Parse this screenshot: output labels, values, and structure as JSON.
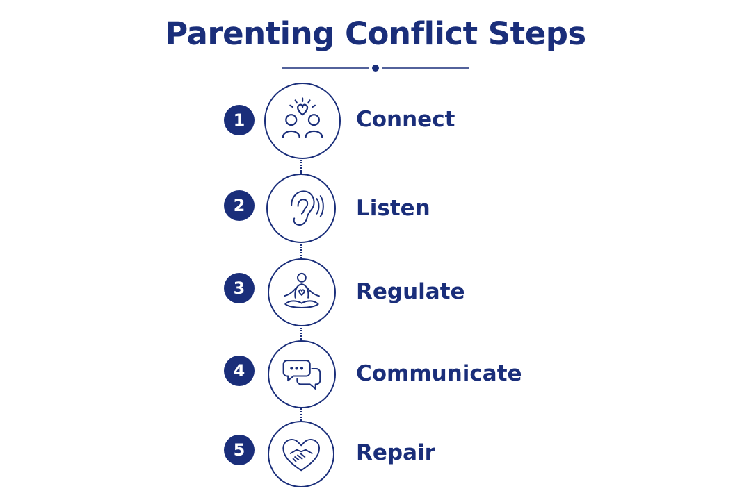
{
  "title": "Parenting Conflict Steps",
  "colors": {
    "primary": "#1a2e7a",
    "background": "#ffffff"
  },
  "steps": [
    {
      "number": "1",
      "label": "Connect",
      "icon": "people-heart-icon"
    },
    {
      "number": "2",
      "label": "Listen",
      "icon": "ear-icon"
    },
    {
      "number": "3",
      "label": "Regulate",
      "icon": "meditation-icon"
    },
    {
      "number": "4",
      "label": "Communicate",
      "icon": "speech-bubbles-icon"
    },
    {
      "number": "5",
      "label": "Repair",
      "icon": "handshake-heart-icon"
    }
  ]
}
